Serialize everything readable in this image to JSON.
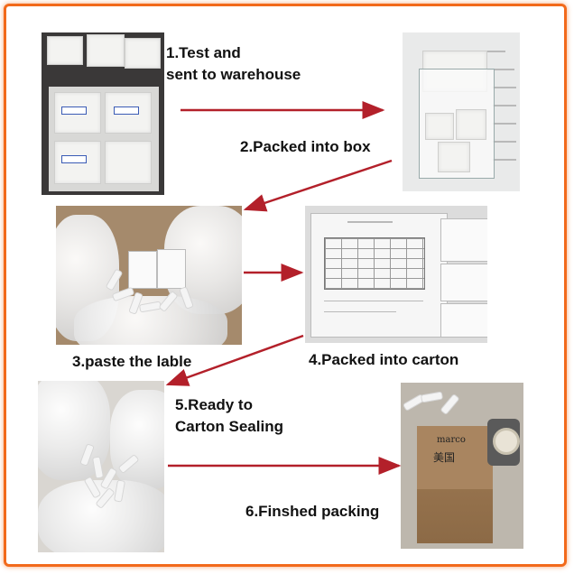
{
  "steps": [
    {
      "label_lines": [
        "1.Test and",
        "sent to warehouse"
      ]
    },
    {
      "label_lines": [
        "2.Packed into box"
      ]
    },
    {
      "label_lines": [
        "3.paste the lable"
      ]
    },
    {
      "label_lines": [
        "4.Packed into carton"
      ]
    },
    {
      "label_lines": [
        "5.Ready to",
        "Carton Sealing"
      ]
    },
    {
      "label_lines": [
        "6.Finshed packing"
      ]
    }
  ],
  "carton_marking": {
    "line1": "marco",
    "line2": "美国"
  },
  "colors": {
    "frame": "#f26a1b",
    "arrow": "#b3202a"
  }
}
